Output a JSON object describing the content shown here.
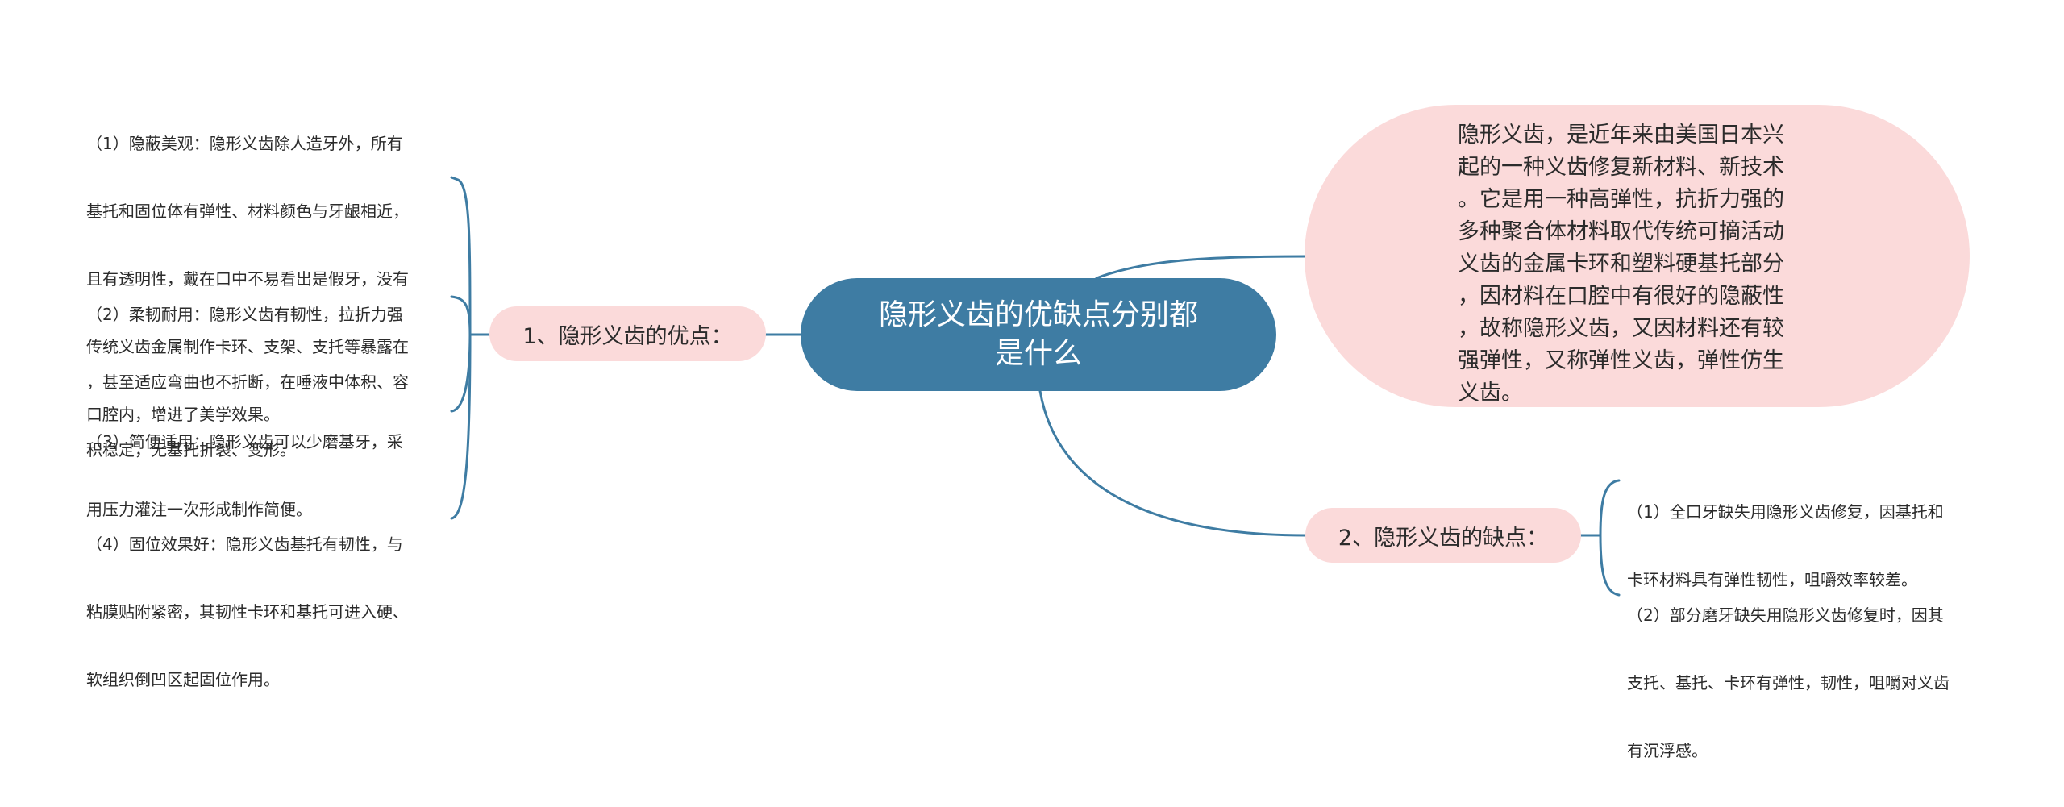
{
  "colors": {
    "root_fill": "#3e7ca3",
    "root_text": "#ffffff",
    "branch_fill": "#fbdada",
    "line": "#3e7ca3",
    "text": "#2b2b2b"
  },
  "root": {
    "text": "隐形义齿的优缺点分别都是什么",
    "lines": [
      "隐形义齿的优缺点分别都",
      "是什么"
    ]
  },
  "description": {
    "lines": [
      "隐形义齿，是近年来由美国日本兴",
      "起的一种义齿修复新材料、新技术",
      "。它是用一种高弹性，抗折力强的",
      "多种聚合体材料取代传统可摘活动",
      "义齿的金属卡环和塑料硬基托部分",
      "，因材料在口腔中有很好的隐蔽性",
      "，故称隐形义齿，又因材料还有较",
      "强弹性，又称弹性义齿，弹性仿生",
      "义齿。"
    ]
  },
  "branches": [
    {
      "label": "1、隐形义齿的优点：",
      "leaves": [
        {
          "lines": [
            "（1）隐蔽美观：隐形义齿除人造牙外，所有",
            "基托和固位体有弹性、材料颜色与牙龈相近，",
            "且有透明性，戴在口中不易看出是假牙，没有",
            "传统义齿金属制作卡环、支架、支托等暴露在",
            "口腔内，增进了美学效果。"
          ]
        },
        {
          "lines": [
            "（2）柔韧耐用：隐形义齿有韧性，拉折力强",
            "，甚至适应弯曲也不折断，在唾液中体积、容",
            "积稳定，无基托折裂、变形。"
          ]
        },
        {
          "lines": [
            "（3）简便适用：隐形义齿可以少磨基牙，采",
            "用压力灌注一次形成制作简便。"
          ]
        },
        {
          "lines": [
            "（4）固位效果好：隐形义齿基托有韧性，与",
            "粘膜贴附紧密，其韧性卡环和基托可进入硬、",
            "软组织倒凹区起固位作用。"
          ]
        }
      ]
    },
    {
      "label": "2、隐形义齿的缺点：",
      "leaves": [
        {
          "lines": [
            "（1）全口牙缺失用隐形义齿修复，因基托和",
            "卡环材料具有弹性韧性，咀嚼效率较差。"
          ]
        },
        {
          "lines": [
            "（2）部分磨牙缺失用隐形义齿修复时，因其",
            "支托、基托、卡环有弹性，韧性，咀嚼对义齿",
            "有沉浮感。"
          ]
        }
      ]
    }
  ]
}
